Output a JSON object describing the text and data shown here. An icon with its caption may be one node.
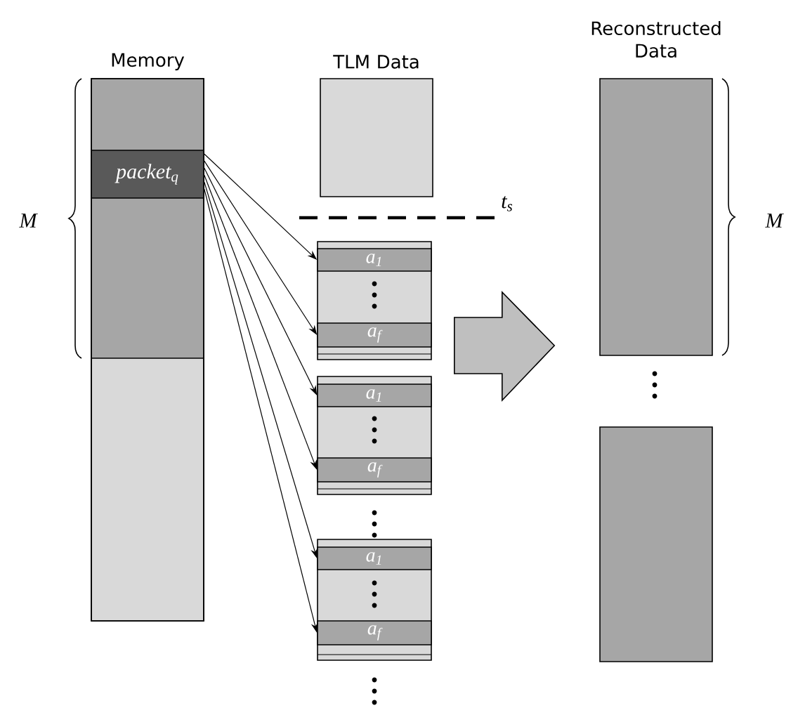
{
  "diagram": {
    "nodes": [
      {
        "text": [
          "Memory"
        ]
      },
      {
        "text": [
          "packet$_{q}$"
        ],
        "in": 0
      },
      {
        "text": [
          "TLM Data"
        ]
      },
      {
        "text": [],
        "shape": "box"
      },
      {
        "text": [
          "a$_{1}$"
        ],
        "in": 3
      },
      {
        "text": [
          "a$_{f}$"
        ],
        "in": 3
      },
      {
        "text": [],
        "shape": "box"
      },
      {
        "text": [
          "a$_{1}$"
        ],
        "in": 6
      },
      {
        "text": [
          "a$_{f}$"
        ],
        "in": 6
      },
      {
        "text": [],
        "shape": "box"
      },
      {
        "text": [
          "a$_{1}$"
        ],
        "in": 9
      },
      {
        "text": [
          "a$_{f}$"
        ],
        "in": 9
      },
      {
        "text": [
          "Reconstructed Data"
        ]
      },
      {
        "text": [],
        "shape": "box"
      }
    ],
    "edges": [
      {
        "from": 1,
        "to": 4,
        "arrow": "to"
      },
      {
        "from": 1,
        "to": 5,
        "arrow": "to"
      },
      {
        "from": 1,
        "to": 7,
        "arrow": "to"
      },
      {
        "from": 1,
        "to": 8,
        "arrow": "to"
      },
      {
        "from": 1,
        "to": 10,
        "arrow": "to"
      },
      {
        "from": 1,
        "to": 11,
        "arrow": "to"
      },
      {
        "from": 3,
        "to": 12,
        "arrow": "to",
        "style": "thick"
      }
    ],
    "labels": [
      "M",
      "t$_{s}$",
      "M"
    ]
  }
}
